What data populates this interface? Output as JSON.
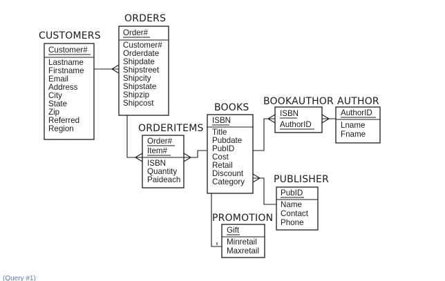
{
  "tables": [
    {
      "name": "CUSTOMERS",
      "pk": [
        "Customer#"
      ],
      "fields": [
        "Lastname",
        "Firstname",
        "Email",
        "Address",
        "City",
        "State",
        "Zip",
        "Referred",
        "Region"
      ]
    },
    {
      "name": "ORDERS",
      "pk": [
        "Order#"
      ],
      "fields": [
        "Customer#",
        "Orderdate",
        "Shipdate",
        "Shipstreet",
        "Shipcity",
        "Shipstate",
        "Shipzip",
        "Shipcost"
      ]
    },
    {
      "name": "ORDERITEMS",
      "pk": [
        "Order#",
        "Item#"
      ],
      "fields": [
        "ISBN",
        "Quantity",
        "Paideach"
      ]
    },
    {
      "name": "BOOKS",
      "pk": [
        "ISBN"
      ],
      "fields": [
        "Title",
        "Pubdate",
        "PubID",
        "Cost",
        "Retail",
        "Discount",
        "Category"
      ]
    },
    {
      "name": "BOOKAUTHOR",
      "pk": [
        "ISBN",
        "AuthorID"
      ],
      "fields": []
    },
    {
      "name": "AUTHOR",
      "pk": [
        "AuthorID"
      ],
      "fields": [
        "Lname",
        "Fname"
      ]
    },
    {
      "name": "PUBLISHER",
      "pk": [
        "PubID"
      ],
      "fields": [
        "Name",
        "Contact",
        "Phone"
      ]
    },
    {
      "name": "PROMOTION",
      "pk": [
        "Gift"
      ],
      "fields": [
        "Minretail",
        "Maxretail"
      ]
    }
  ],
  "caption": "(Query #1)"
}
